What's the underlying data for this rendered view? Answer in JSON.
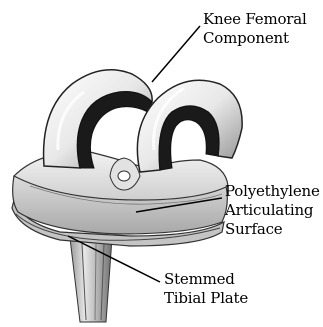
{
  "labels": {
    "femoral": {
      "line1": "Knee Femoral",
      "line2": "Component"
    },
    "polyethylene": {
      "line1": "Polyethylene",
      "line2": "Articulating",
      "line3": "Surface"
    },
    "tibial": {
      "line1": "Stemmed",
      "line2": "Tibial Plate"
    }
  },
  "colors": {
    "background": "#ffffff",
    "text": "#000000",
    "line": "#000000"
  }
}
